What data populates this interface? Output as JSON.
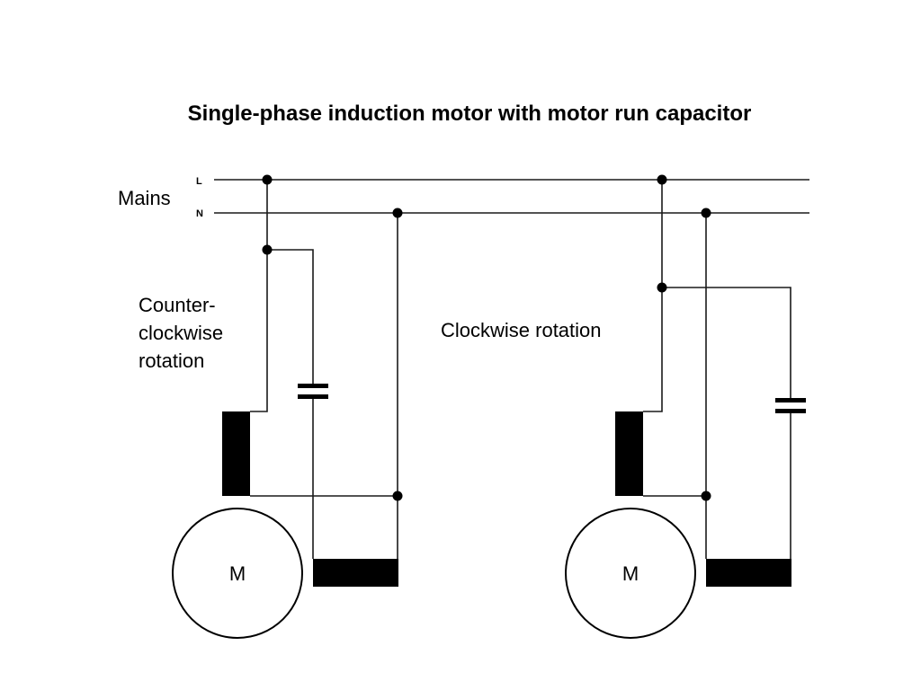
{
  "title": "Single-phase induction motor with motor run capacitor",
  "rails": {
    "line": "L",
    "neutral": "N",
    "label": "Mains"
  },
  "circuits": [
    {
      "label": [
        "Counter-",
        "clockwise",
        "rotation"
      ],
      "motor_label": "M"
    },
    {
      "label": [
        "Clockwise rotation"
      ],
      "motor_label": "M"
    }
  ],
  "colors": {
    "wire": "#1a1a1a",
    "ink": "#000000",
    "background": "#ffffff"
  }
}
